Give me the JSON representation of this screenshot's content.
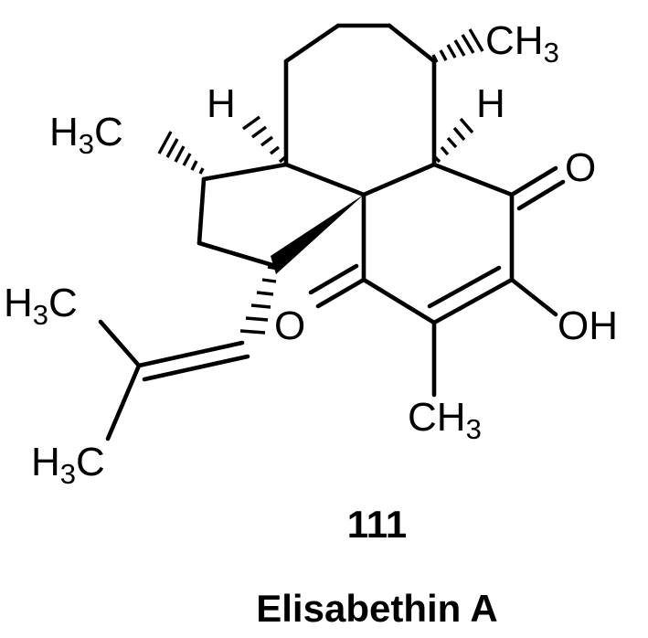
{
  "molecule": {
    "labels": {
      "h3c_methyl_top_left": {
        "main": "H",
        "sub": "3",
        "tail": "C"
      },
      "h3c_isopropenyl_upper": {
        "main": "H",
        "sub": "3",
        "tail": "C"
      },
      "h3c_isopropenyl_lower": {
        "main": "H",
        "sub": "3",
        "tail": "C"
      },
      "ch3_top_right": {
        "main": "CH",
        "sub": "3"
      },
      "ch3_ring_bottom": {
        "main": "CH",
        "sub": "3"
      },
      "h_left_ring_fusion": "H",
      "h_right_ring_fusion": "H",
      "oxygen_ketone_upper": "O",
      "oxygen_ketone_lower": "O",
      "hydroxyl": "OH"
    }
  },
  "caption": {
    "compound_number": "111",
    "compound_name": "Elisabethin A"
  },
  "colors": {
    "ink": "#000000",
    "background": "#ffffff"
  }
}
